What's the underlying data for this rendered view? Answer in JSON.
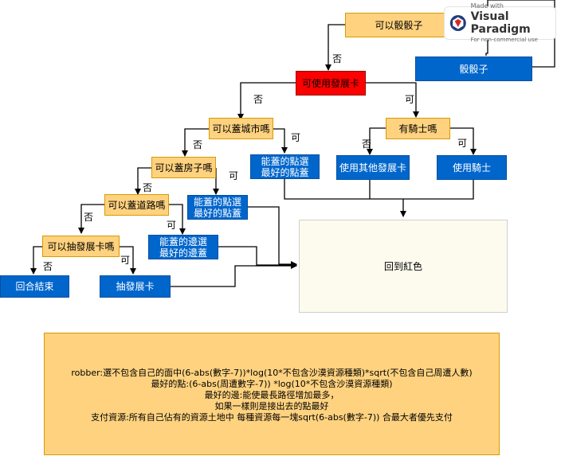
{
  "nodes": {
    "can_roll": "可以骰骰子",
    "roll": "骰骰子",
    "can_use_dev": "可使用發展卡",
    "can_city": "可以蓋城市嗎",
    "has_knight": "有騎士嗎",
    "city_best_line1": "能蓋的點選",
    "city_best_line2": "最好的點蓋",
    "use_other_dev": "使用其他發展卡",
    "use_knight": "使用騎士",
    "can_house": "可以蓋房子嗎",
    "house_best_line1": "能蓋的點選",
    "house_best_line2": "最好的點蓋",
    "can_road": "可以蓋道路嗎",
    "road_best_line1": "能蓋的邊選",
    "road_best_line2": "最好的邊蓋",
    "can_draw": "可以抽發展卡嗎",
    "end_turn": "回合結束",
    "draw_dev": "抽發展卡",
    "back_red": "回到紅色"
  },
  "edge_labels": {
    "no": "否",
    "yes": "可"
  },
  "note": {
    "line1": "robber:選不包含自己的面中(6-abs(數字-7))*log(10*不包含沙漠資源種類)*sqrt(不包含自己周遭人數)",
    "line2": "最好的點:(6-abs(周遭數字-7)) *log(10*不包含沙漠資源種類)",
    "line3": "最好的邊:能使最長路徑增加最多，",
    "line4": "如果一樣則是接出去的點最好",
    "line5": "支付資源:所有自己佔有的資源土地中 每種資源每一塊sqrt(6-abs(數字-7)) 合最大者優先支付"
  },
  "watermark": {
    "made_with": "Made with",
    "brand": "Visual Paradigm",
    "license": "For non-commercial use"
  },
  "colors": {
    "decision_fill": "#ffd27f",
    "action_fill": "#0066cc",
    "start_fill": "#ff0000",
    "result_fill": "#fdfbee"
  }
}
